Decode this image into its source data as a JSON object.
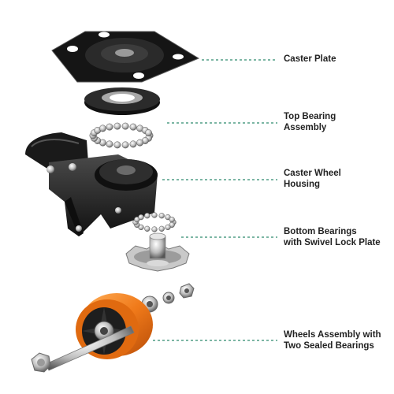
{
  "theme": {
    "leader_color": "#2e8b6e",
    "metal_dark": "#1c1c1c",
    "metal_mid": "#3a3a3a",
    "steel": "#c8c8c8",
    "wheel_orange": "#f07a1a"
  },
  "parts": [
    {
      "id": "caster-plate",
      "lines": [
        "Caster Plate"
      ]
    },
    {
      "id": "top-bearing-assembly",
      "lines": [
        "Top Bearing",
        "Assembly"
      ]
    },
    {
      "id": "caster-wheel-housing",
      "lines": [
        "Caster Wheel",
        "Housing"
      ]
    },
    {
      "id": "bottom-bearings",
      "lines": [
        "Bottom Bearings",
        "with Swivel Lock Plate"
      ]
    },
    {
      "id": "wheels-assembly",
      "lines": [
        "Wheels Assembly with",
        "Two Sealed Bearings"
      ]
    }
  ]
}
